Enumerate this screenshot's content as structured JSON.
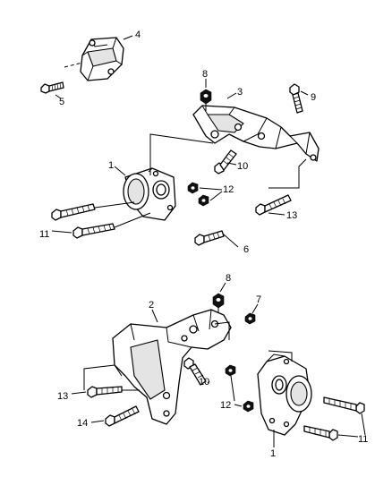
{
  "callouts": {
    "top": {
      "n4": "4",
      "n5": "5",
      "n8": "8",
      "n3": "3",
      "n9": "9",
      "n1": "1",
      "n12": "12",
      "n10": "10",
      "n11": "11",
      "n13": "13",
      "n6": "6"
    },
    "bottom": {
      "n8": "8",
      "n7": "7",
      "n2": "2",
      "n13": "13",
      "n14": "14",
      "n10": "10",
      "n12": "12",
      "n11": "11",
      "n1": "1"
    }
  },
  "colors": {
    "line": "#000000",
    "background": "#ffffff"
  }
}
